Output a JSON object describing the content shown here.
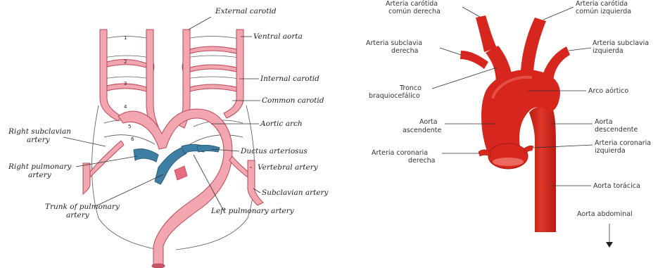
{
  "left_diagram": {
    "labels": {
      "external_carotid": "External carotid",
      "ventral_aorta": "Ventral aorta",
      "internal_carotid": "Internal carotid",
      "common_carotid": "Common carotid",
      "aortic_arch": "Aortic arch",
      "right_subclavian": [
        "Right subclavian",
        "artery"
      ],
      "ductus_arteriosus": "Ductus arteriosus",
      "right_pulmonary": [
        "Right pulmonary",
        "artery"
      ],
      "vertebral_artery": "Vertebral artery",
      "subclavian_artery": "Subclavian artery",
      "trunk_pulmonary": [
        "Trunk of pulmonary",
        "artery"
      ],
      "left_pulmonary": "Left pulmonary artery"
    },
    "arch_numbers": [
      "1",
      "2",
      "3",
      "4",
      "5",
      "6"
    ],
    "colors": {
      "artery": "#f2a6b0",
      "artery_stroke": "#b9485a",
      "pulmonary": "#3f7fa3",
      "pulmonary_dark": "#2c5f7d"
    }
  },
  "right_diagram": {
    "labels": {
      "carotida_derecha": [
        "Arteria carótida",
        "común derecha"
      ],
      "carotida_izquierda": [
        "Arteria carótida",
        "común izquierda"
      ],
      "subclavia_derecha": [
        "Arteria subclavia",
        "derecha"
      ],
      "subclavia_izquierda": [
        "Arteria subclavia",
        "izquierda"
      ],
      "tronco": [
        "Tronco",
        "braquiocefálico"
      ],
      "arco": "Arco aórtico",
      "aorta_ascendente": [
        "Aorta",
        "ascendente"
      ],
      "aorta_descendente": [
        "Aorta",
        "descendente"
      ],
      "coronaria_derecha": [
        "Arteria coronaria",
        "derecha"
      ],
      "coronaria_izquierda": [
        "Arteria coronaria",
        "izquierda"
      ],
      "aorta_toracica": "Aorta torácica",
      "aorta_abdominal": "Aorta abdominal"
    },
    "colors": {
      "aorta": "#d7261e",
      "aorta_light": "#e8564a",
      "aorta_dark": "#a8180f"
    }
  }
}
